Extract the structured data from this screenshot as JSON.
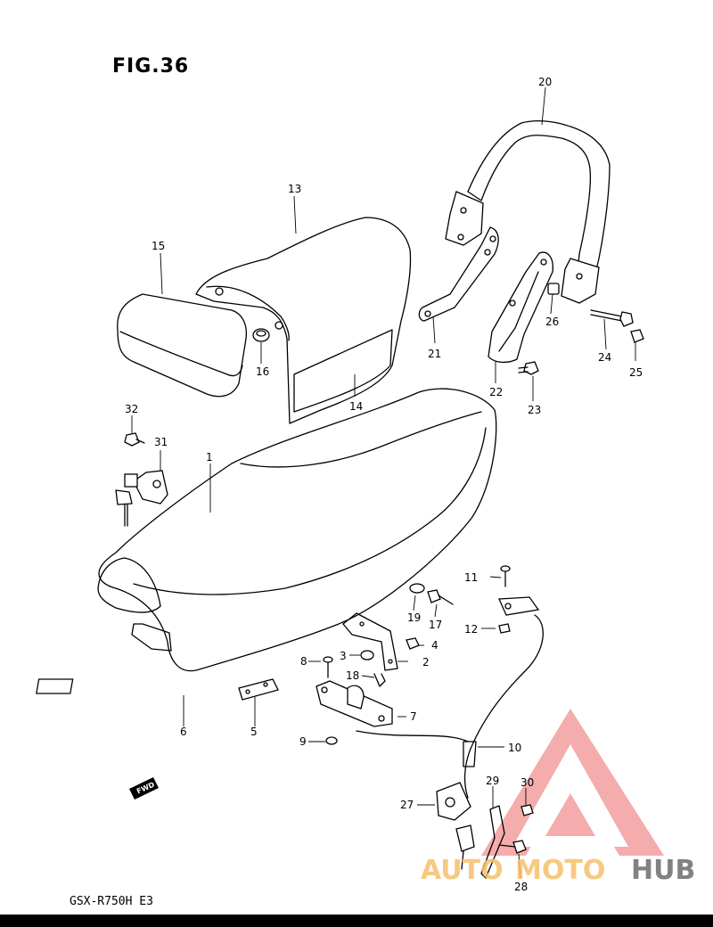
{
  "figure": {
    "title": "FIG.36",
    "model": "GSX-R750H  E3",
    "fwd_label": "FWD"
  },
  "callouts": [
    "1",
    "2",
    "3",
    "4",
    "5",
    "6",
    "7",
    "8",
    "9",
    "10",
    "11",
    "12",
    "13",
    "14",
    "15",
    "16",
    "17",
    "18",
    "19",
    "20",
    "21",
    "22",
    "23",
    "24",
    "25",
    "26",
    "27",
    "28",
    "29",
    "30",
    "31",
    "32"
  ],
  "watermark": {
    "text_a": "AUTO",
    "text_b": "MOTO",
    "text_c": "HUB",
    "color_a": "#f6c06a",
    "color_b": "#f6c06a",
    "color_c": "#6d6d6d",
    "logo_color": "#f08a8a"
  }
}
